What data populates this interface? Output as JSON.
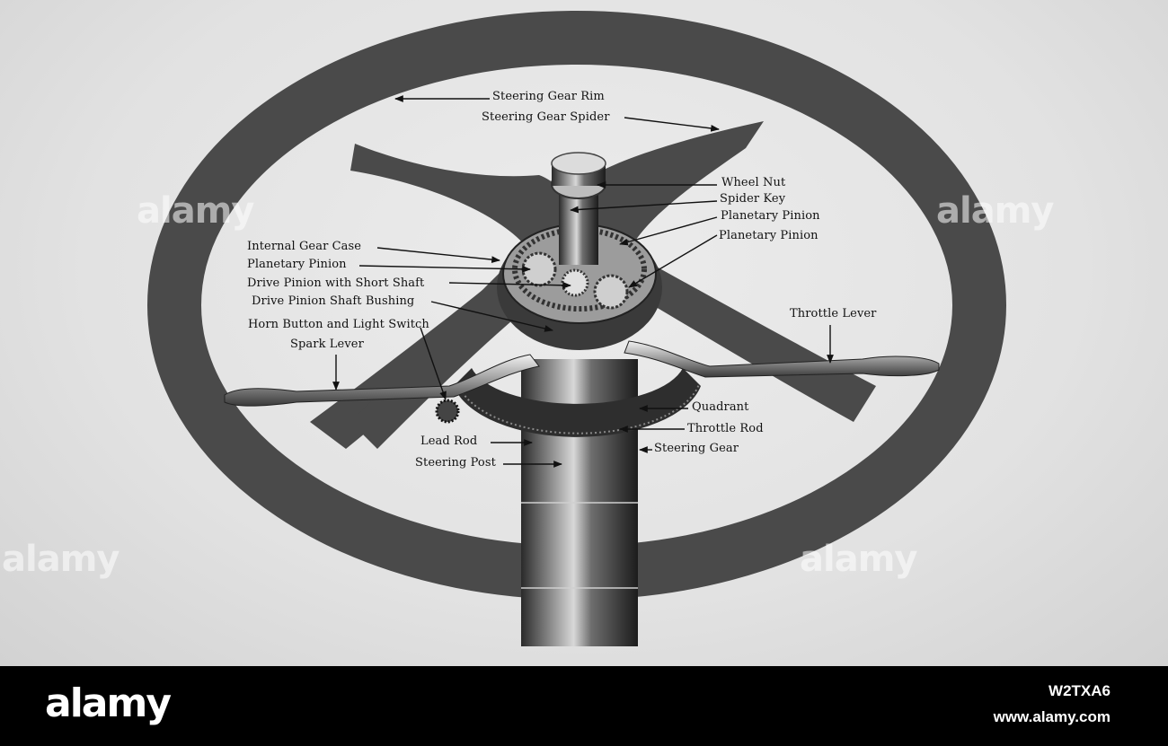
{
  "diagram": {
    "labels": {
      "steering_gear_rim": "Steering Gear Rim",
      "steering_gear_spider": "Steering Gear Spider",
      "wheel_nut": "Wheel Nut",
      "spider_key": "Spider Key",
      "planetary_pinion_right_1": "Planetary Pinion",
      "planetary_pinion_right_2": "Planetary Pinion",
      "internal_gear_case": "Internal Gear Case",
      "planetary_pinion_left": "Planetary Pinion",
      "drive_pinion_short_shaft": "Drive Pinion with Short Shaft",
      "drive_pinion_shaft_bushing": "Drive Pinion Shaft Bushing",
      "horn_button_light_switch": "Horn Button and Light Switch",
      "spark_lever": "Spark Lever",
      "throttle_lever": "Throttle Lever",
      "quadrant": "Quadrant",
      "throttle_rod": "Throttle Rod",
      "lead_rod": "Lead Rod",
      "steering_gear": "Steering Gear",
      "steering_post": "Steering Post"
    }
  },
  "watermarks": [
    "alamy",
    "alamy",
    "alamy",
    "alamy"
  ],
  "footer": {
    "logo": "alamy",
    "image_id": "W2TXA6",
    "url": "www.alamy.com"
  },
  "colors": {
    "paper": "#e6e6e6",
    "wheel": "#4a4a4a",
    "ink": "#111111",
    "footer_bg": "#000000",
    "footer_text": "#ffffff"
  }
}
